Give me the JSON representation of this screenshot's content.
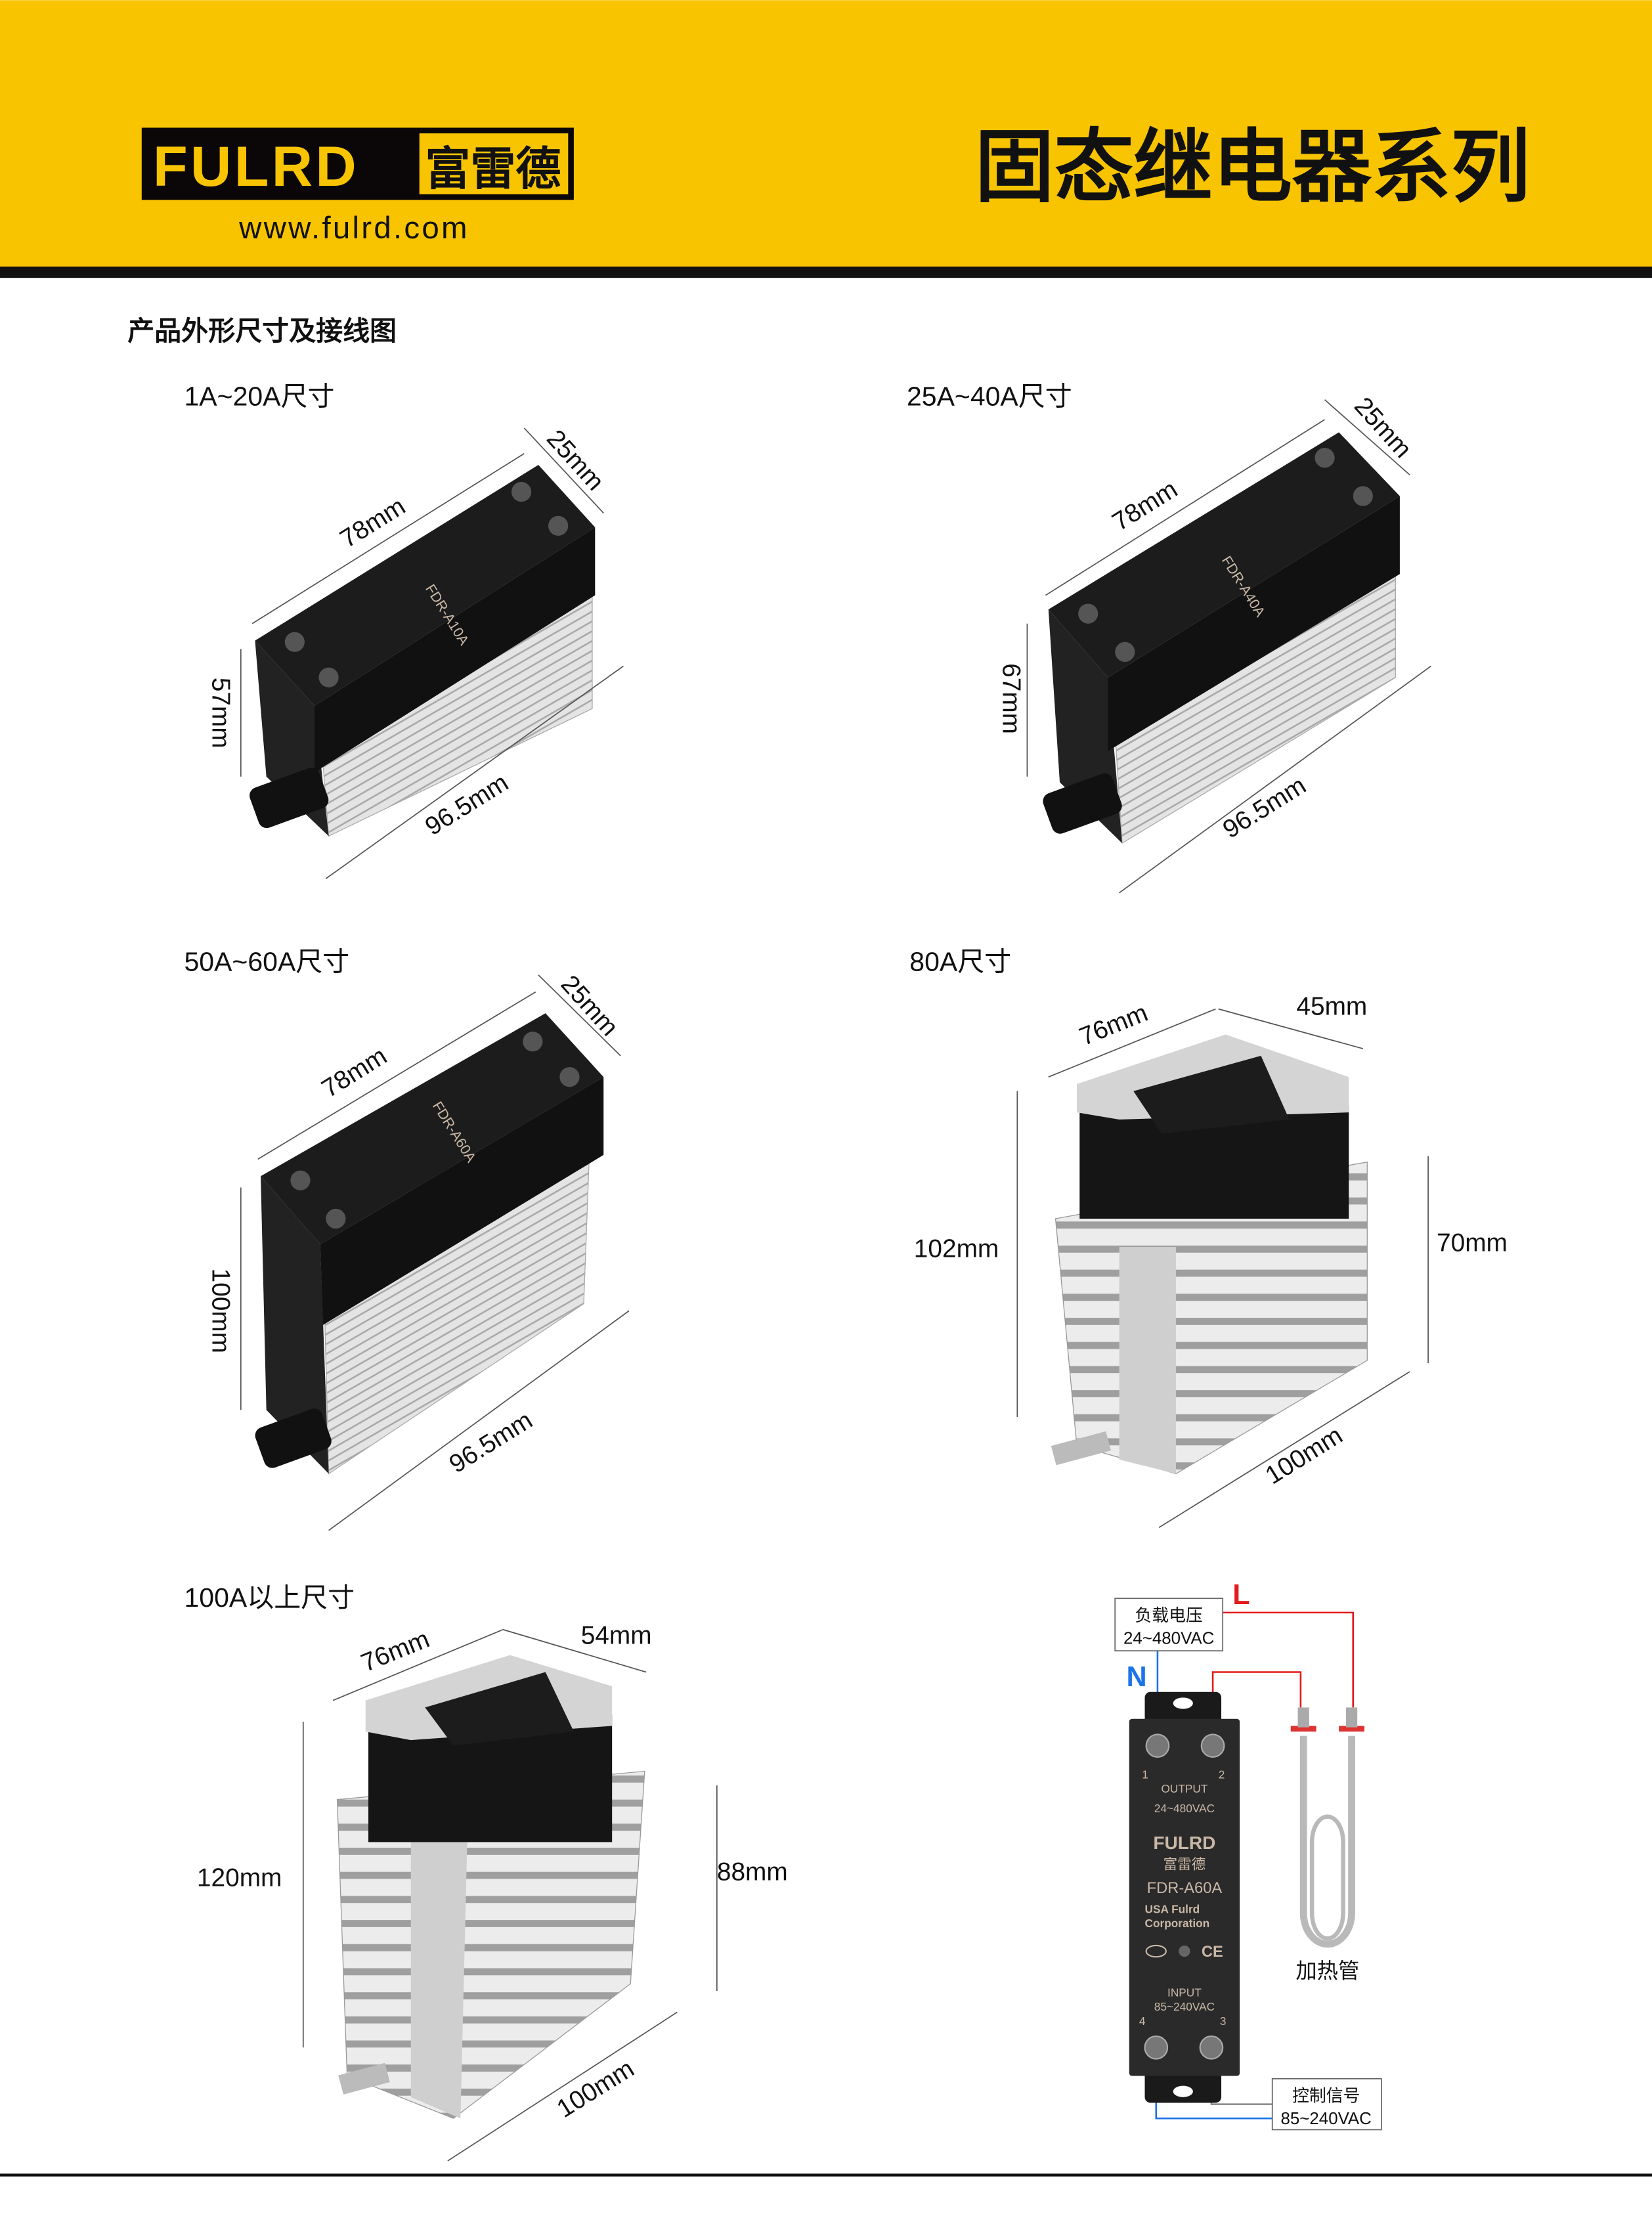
{
  "header": {
    "brand_en": "FULRD",
    "brand_cn": "富雷德",
    "website": "www.fulrd.com",
    "title": "固态继电器系列",
    "colors": {
      "yellow": "#f8c400",
      "black": "#111111"
    }
  },
  "section_title": "产品外形尺寸及接线图",
  "panels": [
    {
      "label": "1A~20A尺寸",
      "model": "FDR-A10A",
      "length": "78mm",
      "width": "25mm",
      "height": "57mm",
      "depth": "96.5mm"
    },
    {
      "label": "25A~40A尺寸",
      "model": "FDR-A40A",
      "length": "78mm",
      "width": "25mm",
      "height": "67mm",
      "depth": "96.5mm"
    },
    {
      "label": "50A~60A尺寸",
      "model": "FDR-A60A",
      "length": "78mm",
      "width": "25mm",
      "height": "100mm",
      "depth": "96.5mm"
    },
    {
      "label": "80A尺寸",
      "length": "76mm",
      "width": "45mm",
      "height": "102mm",
      "fin_height": "70mm",
      "depth": "100mm"
    },
    {
      "label": "100A以上尺寸",
      "length": "76mm",
      "width": "54mm",
      "height": "120mm",
      "fin_height": "88mm",
      "depth": "100mm"
    }
  ],
  "wiring": {
    "load_box": {
      "line1": "负载电压",
      "line2": "24~480VAC"
    },
    "L": "L",
    "N": "N",
    "heater_label": "加热管",
    "control_box": {
      "line1": "控制信号",
      "line2": "85~240VAC"
    },
    "relay": {
      "t1": "1",
      "t2": "2",
      "t3": "3",
      "t4": "4",
      "output": "OUTPUT",
      "output_v": "24~480VAC",
      "brand": "FULRD",
      "brand_cn": "富雷德",
      "model": "FDR-A60A",
      "maker1": "USA Fulrd",
      "maker2": "Corporation",
      "cert": "CE",
      "input": "INPUT",
      "input_v": "85~240VAC"
    },
    "colors": {
      "live": "#e31b1b",
      "neutral": "#1a73e8",
      "signal": "#888888"
    }
  }
}
